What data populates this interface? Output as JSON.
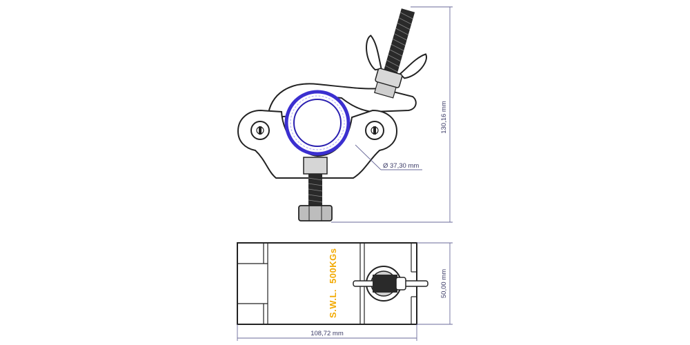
{
  "dimensions": {
    "height": "130,16 mm",
    "diameter": "Ø 37,30 mm",
    "depth": "50,00 mm",
    "width": "108,72 mm"
  },
  "label": {
    "swl": "S.W.L.",
    "load": "500KGs"
  },
  "colors": {
    "tube_ring": "#3b2fd0",
    "swl_text": "#f2a900",
    "dimension_line": "#6a6a9a",
    "outline": "#222222"
  }
}
